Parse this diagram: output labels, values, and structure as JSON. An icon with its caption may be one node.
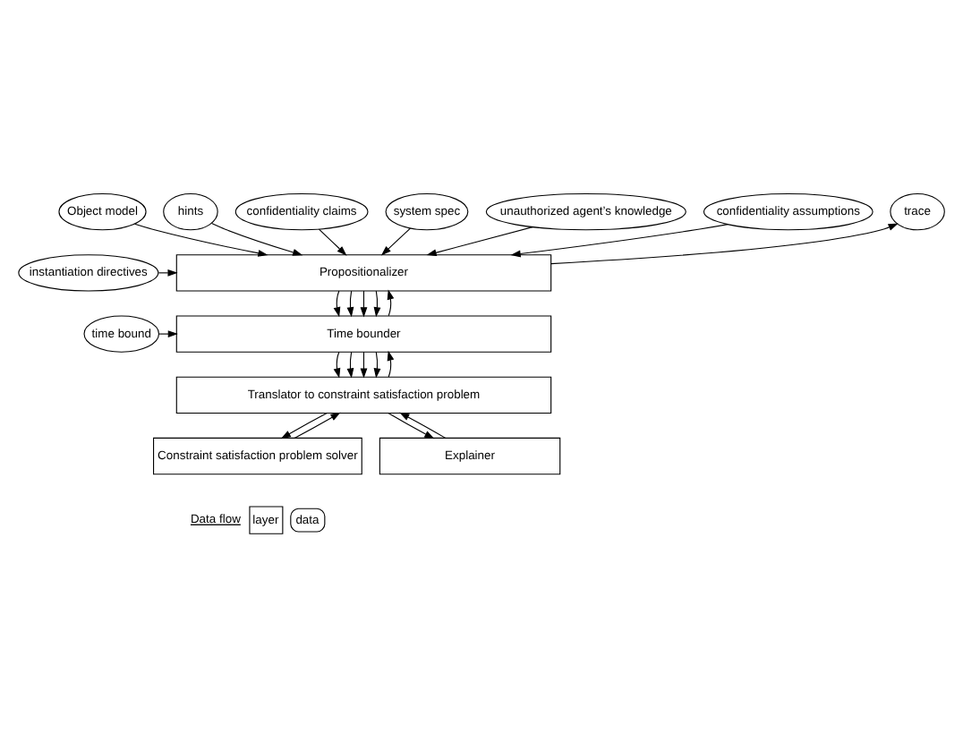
{
  "diagram": {
    "nodes": [
      {
        "text": [
          "Object model"
        ]
      },
      {
        "text": [
          "hints"
        ]
      },
      {
        "text": [
          "confidentiality claims"
        ]
      },
      {
        "text": [
          "system spec"
        ]
      },
      {
        "text": [
          "unauthorized agent’s knowledge"
        ]
      },
      {
        "text": [
          "confidentiality assumptions"
        ]
      },
      {
        "text": [
          "trace"
        ]
      },
      {
        "text": [
          "instantiation directives"
        ]
      },
      {
        "text": [
          "Propositionalizer"
        ]
      },
      {
        "text": [
          "time bound"
        ]
      },
      {
        "text": [
          "Time bounder"
        ]
      },
      {
        "text": [
          "Translator to constraint satisfaction problem"
        ]
      },
      {
        "text": [
          "Constraint satisfaction problem solver"
        ]
      },
      {
        "text": [
          "Explainer"
        ]
      }
    ],
    "edges": [
      {
        "from": 3,
        "to": 8,
        "arrow": "to"
      },
      {
        "from": 0,
        "to": 8,
        "arrow": "to"
      },
      {
        "from": 1,
        "to": 8,
        "arrow": "to"
      },
      {
        "from": 4,
        "to": 8,
        "arrow": "to"
      },
      {
        "from": 5,
        "to": 8,
        "arrow": "to"
      },
      {
        "from": 2,
        "to": 8,
        "arrow": "to"
      },
      {
        "from": 8,
        "to": 6,
        "arrow": "to"
      },
      {
        "from": 7,
        "to": 8,
        "arrow": "to"
      },
      {
        "from": 8,
        "to": 10,
        "arrow": "to"
      },
      {
        "from": 8,
        "to": 10,
        "arrow": "to"
      },
      {
        "from": 8,
        "to": 10,
        "arrow": "to"
      },
      {
        "from": 8,
        "to": 10,
        "arrow": "to"
      },
      {
        "from": 10,
        "to": 8,
        "arrow": "to"
      },
      {
        "from": 9,
        "to": 10,
        "arrow": "to"
      },
      {
        "from": 10,
        "to": 11,
        "arrow": "to"
      },
      {
        "from": 10,
        "to": 11,
        "arrow": "to"
      },
      {
        "from": 10,
        "to": 11,
        "arrow": "to"
      },
      {
        "from": 10,
        "to": 11,
        "arrow": "to"
      },
      {
        "from": 11,
        "to": 10,
        "arrow": "to"
      },
      {
        "from": 11,
        "to": 12,
        "arrow": "to"
      },
      {
        "from": 12,
        "to": 11,
        "arrow": "to"
      },
      {
        "from": 11,
        "to": 13,
        "arrow": "to"
      },
      {
        "from": 13,
        "to": 11,
        "arrow": "to"
      }
    ],
    "legend": [
      {
        "text": "Data flow"
      },
      {
        "text": "layer"
      },
      {
        "text": "data"
      }
    ]
  }
}
